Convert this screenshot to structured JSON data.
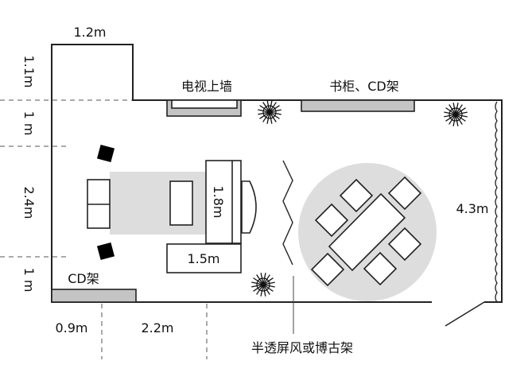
{
  "labels": {
    "tv_wall": "电视上墙",
    "bookshelf_cd": "书柜、CD架",
    "cd_rack": "CD架",
    "screen": "半透屏风或博古架",
    "sofa_length": "1.8m",
    "sofa_side_length": "1.5m"
  },
  "dimensions": {
    "top_width": "1.2m",
    "left_1": "1.1m",
    "left_2": "1 m",
    "left_3": "2.4m",
    "left_4": "1 m",
    "bottom_1": "0.9m",
    "bottom_2": "2.2m",
    "right": "4.3m"
  },
  "colors": {
    "rug": "#dddddd",
    "shelf": "#c4c4c4",
    "wall": "#222222"
  }
}
